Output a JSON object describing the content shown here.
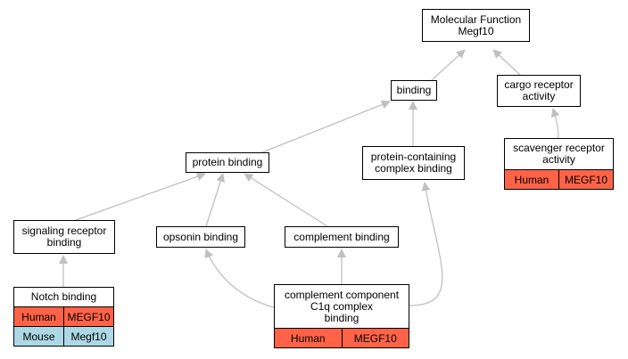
{
  "colors": {
    "human": "#ff6347",
    "mouse": "#add8e6",
    "edge": "#c0c0c0"
  },
  "nodes": {
    "molecular_function": {
      "label": "Molecular Function\nMegf10"
    },
    "binding": {
      "label": "binding"
    },
    "cargo_receptor_activity": {
      "label": "cargo receptor\nactivity"
    },
    "protein_binding": {
      "label": "protein binding"
    },
    "protein_containing_complex_binding": {
      "label": "protein-containing\ncomplex binding"
    },
    "scavenger_receptor_activity": {
      "label": "scavenger receptor\nactivity",
      "annotations": [
        {
          "species": "Human",
          "gene": "MEGF10"
        }
      ]
    },
    "signaling_receptor_binding": {
      "label": "signaling receptor\nbinding"
    },
    "opsonin_binding": {
      "label": "opsonin binding"
    },
    "complement_binding": {
      "label": "complement binding"
    },
    "notch_binding": {
      "label": "Notch binding",
      "annotations": [
        {
          "species": "Human",
          "gene": "MEGF10"
        },
        {
          "species": "Mouse",
          "gene": "Megf10"
        }
      ]
    },
    "c1q_complex_binding": {
      "label": "complement component\nC1q complex\nbinding",
      "annotations": [
        {
          "species": "Human",
          "gene": "MEGF10"
        }
      ]
    }
  }
}
